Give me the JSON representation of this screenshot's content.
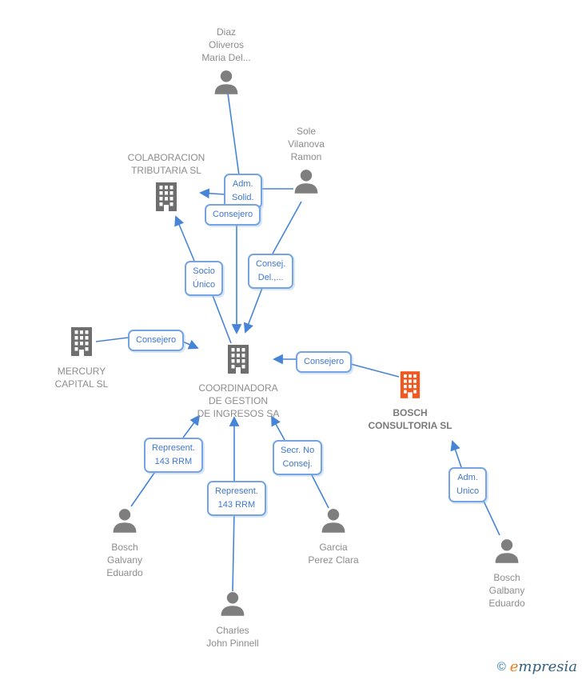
{
  "diagram": {
    "type": "corporate-relationship-graph",
    "colors": {
      "edge_blue": "#4684d8",
      "label_box_border": "#74a4e4",
      "label_box_text": "#3f77d2",
      "node_text_gray": "#8d8d8d",
      "person_icon_gray": "#7e7e7e",
      "building_icon_gray": "#6e6e6e",
      "highlight_orange": "#f2571f",
      "watermark_teal": "#33607e",
      "watermark_orange": "#f07d1e"
    },
    "nodes": {
      "diaz": {
        "type": "person",
        "label": "Diaz\nOliveros\nMaria Del..."
      },
      "colaboracion": {
        "type": "company",
        "label": "COLABORACION\nTRIBUTARIA SL"
      },
      "sole": {
        "type": "person",
        "label": "Sole\nVilanova\nRamon"
      },
      "mercury": {
        "type": "company",
        "label": "MERCURY\nCAPITAL SL"
      },
      "coordinadora": {
        "type": "company",
        "label": "COORDINADORA\nDE GESTION\nDE INGRESOS SA"
      },
      "bosch_consultoria": {
        "type": "company",
        "label": "BOSCH\nCONSULTORIA SL",
        "highlight": true
      },
      "galvany": {
        "type": "person",
        "label": "Bosch\nGalvany\nEduardo"
      },
      "charles": {
        "type": "person",
        "label": "Charles\nJohn Pinnell"
      },
      "garcia": {
        "type": "person",
        "label": "Garcia\nPerez Clara"
      },
      "galbany": {
        "type": "person",
        "label": "Bosch\nGalbany\nEduardo"
      }
    },
    "edge_labels": {
      "adm_solid": "Adm.\nSolid.",
      "consejero_top": "Consejero",
      "socio_unico": "Socio\nÚnico",
      "consej_del": "Consej.\nDel.,...",
      "consejero_left": "Consejero",
      "consejero_right": "Consejero",
      "represent_left": "Represent.\n143 RRM",
      "secr_no_consej": "Secr. No\nConsej.",
      "represent_center": "Represent.\n143 RRM",
      "adm_unico": "Adm.\nUnico"
    },
    "relationships": [
      {
        "from": "Diaz Oliveros Maria Del...",
        "label": "Consejero",
        "to": "COORDINADORA DE GESTION DE INGRESOS SA"
      },
      {
        "from": "Sole Vilanova Ramon",
        "label": "Adm. Solid.",
        "to": "COLABORACION TRIBUTARIA SL"
      },
      {
        "from": "Sole Vilanova Ramon",
        "label": "Consej. Del.,...",
        "to": "COORDINADORA DE GESTION DE INGRESOS SA"
      },
      {
        "from": "COORDINADORA DE GESTION DE INGRESOS SA",
        "label": "Socio Único",
        "to": "COLABORACION TRIBUTARIA SL"
      },
      {
        "from": "MERCURY CAPITAL SL",
        "label": "Consejero",
        "to": "COORDINADORA DE GESTION DE INGRESOS SA"
      },
      {
        "from": "BOSCH CONSULTORIA SL",
        "label": "Consejero",
        "to": "COORDINADORA DE GESTION DE INGRESOS SA"
      },
      {
        "from": "Bosch Galvany Eduardo",
        "label": "Represent. 143 RRM",
        "to": "COORDINADORA DE GESTION DE INGRESOS SA"
      },
      {
        "from": "Charles John Pinnell",
        "label": "Represent. 143 RRM",
        "to": "COORDINADORA DE GESTION DE INGRESOS SA"
      },
      {
        "from": "Garcia Perez Clara",
        "label": "Secr. No Consej.",
        "to": "COORDINADORA DE GESTION DE INGRESOS SA"
      },
      {
        "from": "Bosch Galbany Eduardo",
        "label": "Adm. Unico",
        "to": "BOSCH CONSULTORIA SL"
      }
    ]
  },
  "watermark": {
    "copyright_symbol": "©",
    "brand_e": "e",
    "brand_rest": "mpresia"
  }
}
